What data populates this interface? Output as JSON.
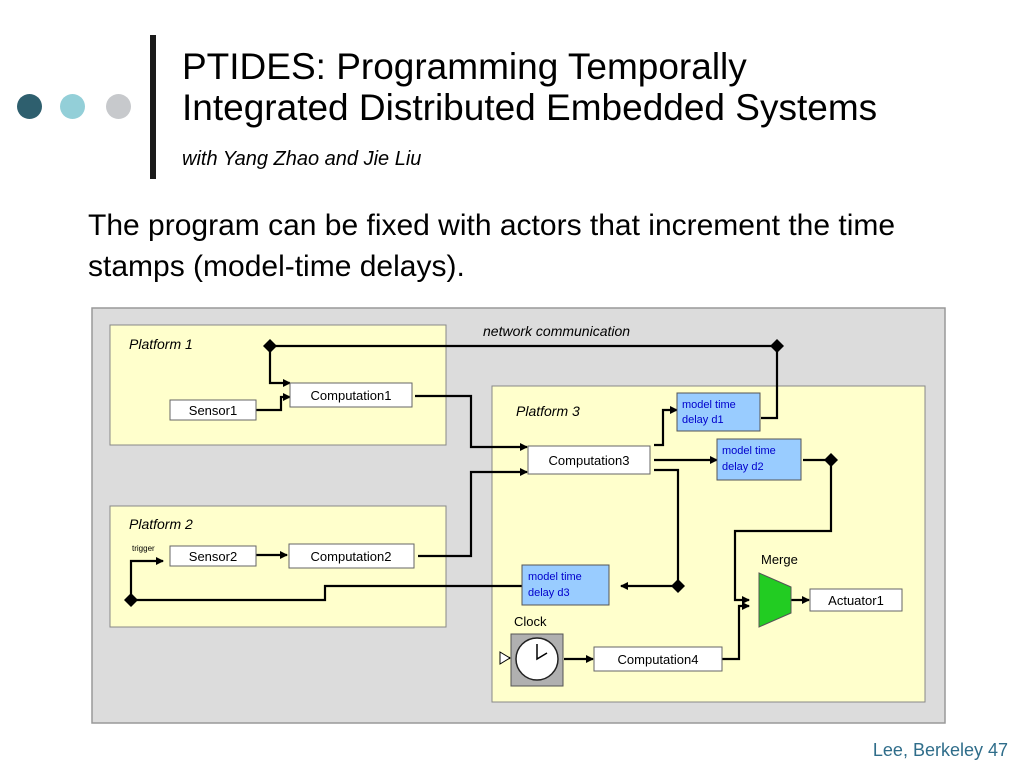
{
  "slide": {
    "title_line1": "PTIDES: Programming Temporally",
    "title_line2": "Integrated Distributed Embedded Systems",
    "subtitle": "with Yang Zhao and Jie Liu",
    "body": "The program can be fixed with actors that increment the time stamps (model-time delays).",
    "footer": "Lee, Berkeley 47"
  },
  "colors": {
    "dot1": "#2e5f6e",
    "dot2": "#93cfd8",
    "dot3": "#c7c9cc",
    "footer": "#2f6d8a",
    "platform_fill": "#ffffcc",
    "delay_fill": "#99ccff",
    "merge_fill": "#22cc22",
    "canvas_fill": "#dcdcdc"
  },
  "diagram": {
    "network_label": "network communication",
    "platform1": "Platform 1",
    "platform2": "Platform 2",
    "platform3": "Platform 3",
    "sensor1": "Sensor1",
    "sensor2": "Sensor2",
    "trigger": "trigger",
    "computation1": "Computation1",
    "computation2": "Computation2",
    "computation3": "Computation3",
    "computation4": "Computation4",
    "delay_d1": [
      "model time",
      "delay d1"
    ],
    "delay_d2": [
      "model time",
      "delay d2"
    ],
    "delay_d3": [
      "model time",
      "delay d3"
    ],
    "clock": "Clock",
    "merge": "Merge",
    "actuator1": "Actuator1"
  }
}
